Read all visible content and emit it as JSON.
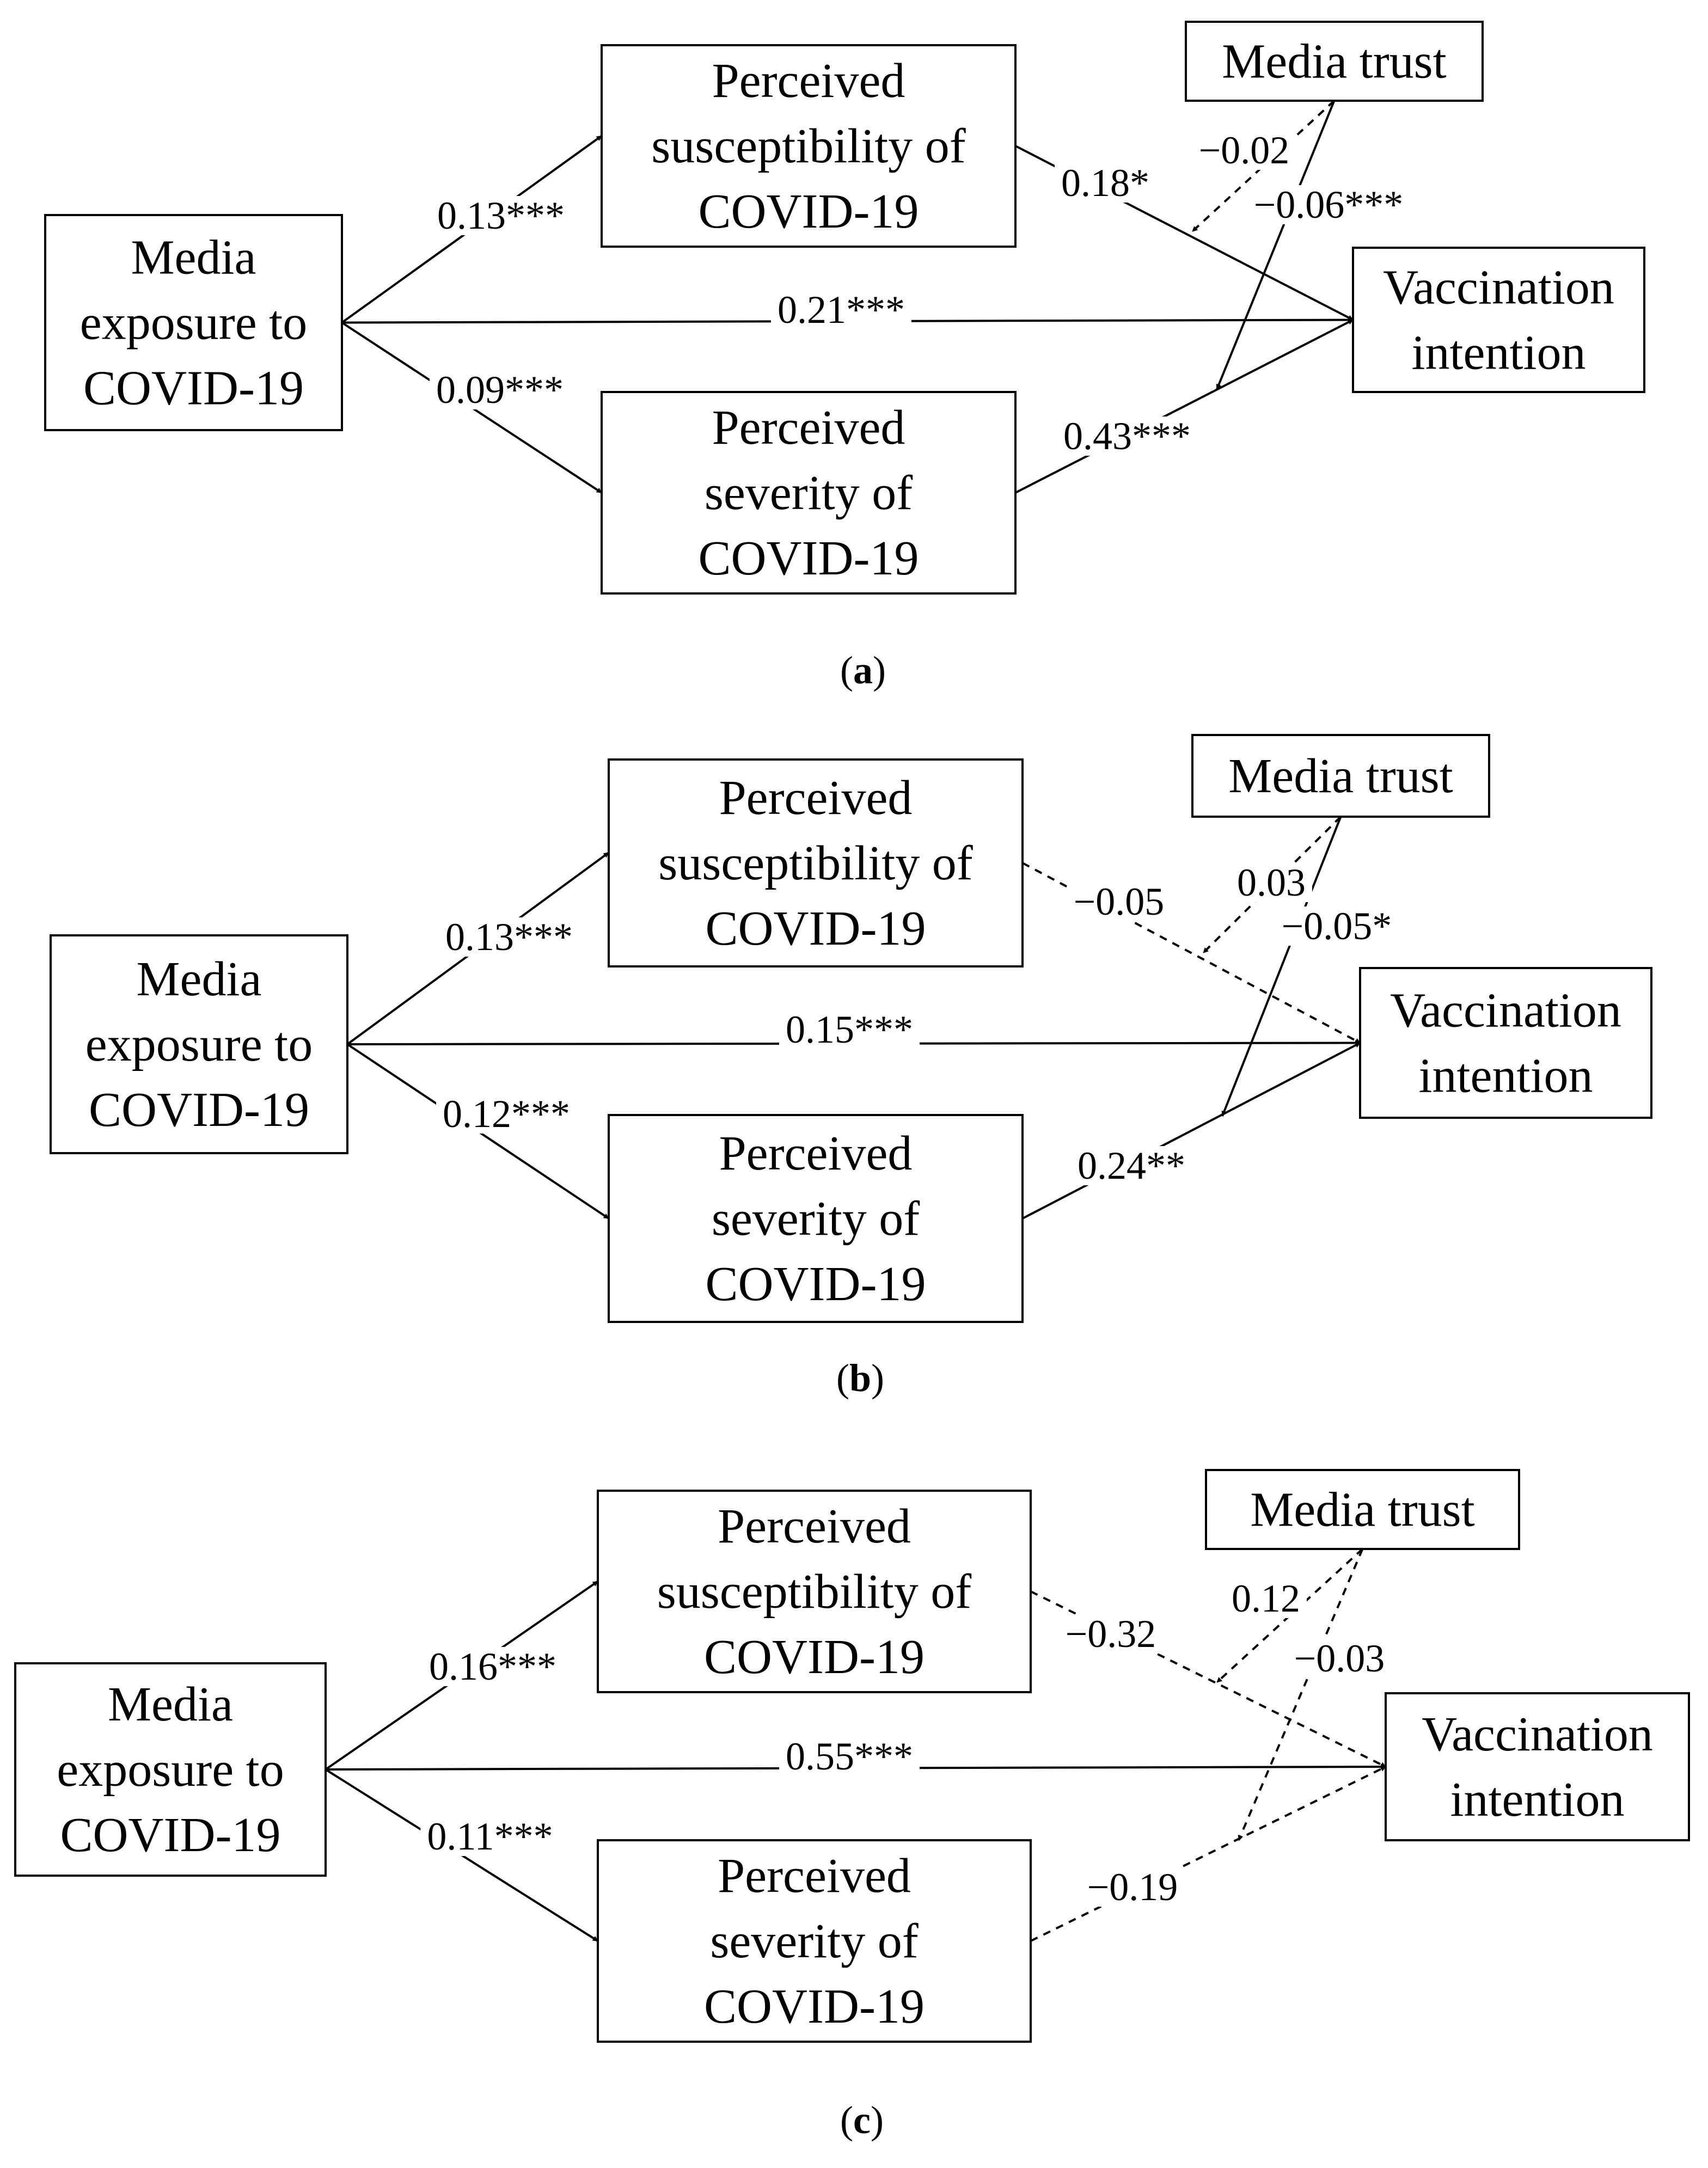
{
  "panels": [
    {
      "caption_letter": "a",
      "nodes": {
        "exposure": [
          "Media",
          "exposure to",
          "COVID-19"
        ],
        "susceptibility": [
          "Perceived",
          "susceptibility of",
          "COVID-19"
        ],
        "severity": [
          "Perceived",
          "severity of",
          "COVID-19"
        ],
        "trust": [
          "Media trust"
        ],
        "intention": [
          "Vaccination",
          "intention"
        ]
      },
      "paths": {
        "exposure_to_susceptibility": "0.13***",
        "exposure_to_severity": "0.09***",
        "exposure_to_intention": "0.21***",
        "susceptibility_to_intention": "0.18*",
        "severity_to_intention": "0.43***",
        "trust_x_susceptibility": "−0.02",
        "trust_x_severity": "−0.06***"
      },
      "dashed": [
        "trust_x_susceptibility"
      ]
    },
    {
      "caption_letter": "b",
      "nodes": {
        "exposure": [
          "Media",
          "exposure to",
          "COVID-19"
        ],
        "susceptibility": [
          "Perceived",
          "susceptibility of",
          "COVID-19"
        ],
        "severity": [
          "Perceived",
          "severity of",
          "COVID-19"
        ],
        "trust": [
          "Media trust"
        ],
        "intention": [
          "Vaccination",
          "intention"
        ]
      },
      "paths": {
        "exposure_to_susceptibility": "0.13***",
        "exposure_to_severity": "0.12***",
        "exposure_to_intention": "0.15***",
        "susceptibility_to_intention": "−0.05",
        "severity_to_intention": "0.24**",
        "trust_x_susceptibility": "0.03",
        "trust_x_severity": "−0.05*"
      },
      "dashed": [
        "susceptibility_to_intention",
        "trust_x_susceptibility"
      ]
    },
    {
      "caption_letter": "c",
      "nodes": {
        "exposure": [
          "Media",
          "exposure to",
          "COVID-19"
        ],
        "susceptibility": [
          "Perceived",
          "susceptibility of",
          "COVID-19"
        ],
        "severity": [
          "Perceived",
          "severity of",
          "COVID-19"
        ],
        "trust": [
          "Media trust"
        ],
        "intention": [
          "Vaccination",
          "intention"
        ]
      },
      "paths": {
        "exposure_to_susceptibility": "0.16***",
        "exposure_to_severity": "0.11***",
        "exposure_to_intention": "0.55***",
        "susceptibility_to_intention": "−0.32",
        "severity_to_intention": "−0.19",
        "trust_x_susceptibility": "0.12",
        "trust_x_severity": "−0.03"
      },
      "dashed": [
        "susceptibility_to_intention",
        "severity_to_intention",
        "trust_x_susceptibility",
        "trust_x_severity"
      ]
    }
  ]
}
